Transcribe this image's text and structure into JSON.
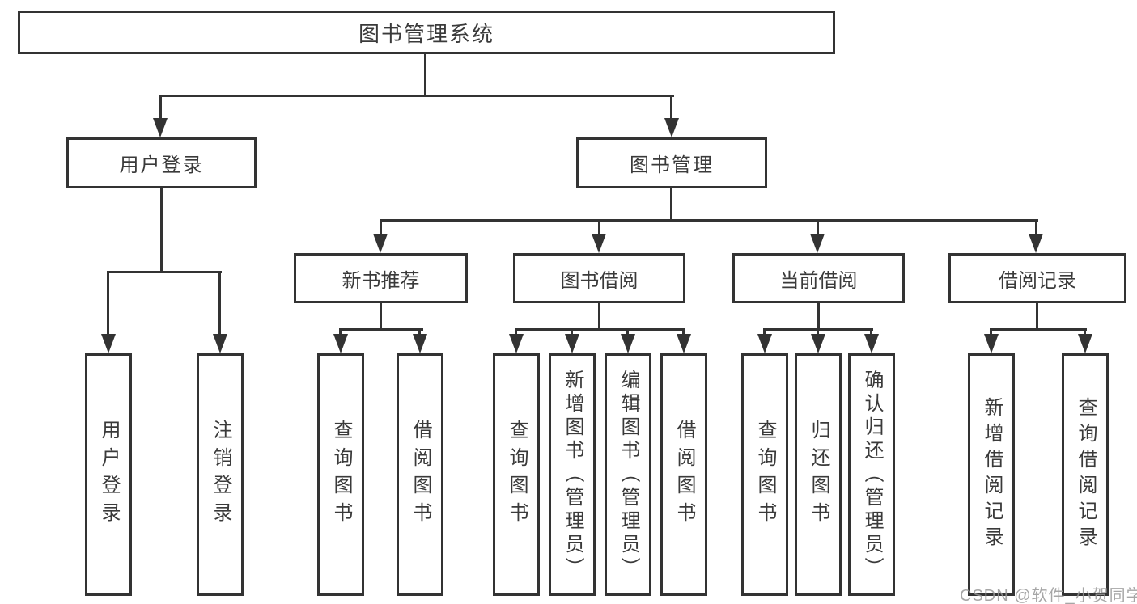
{
  "colors": {
    "line": "#333333",
    "text": "#3a3a3a",
    "background": "#ffffff",
    "watermark": "#969696"
  },
  "tree": {
    "root": {
      "label": "图书管理系统"
    },
    "branches": [
      {
        "label": "用户登录",
        "children": [
          {
            "label": "用户登录"
          },
          {
            "label": "注销登录"
          }
        ]
      },
      {
        "label": "图书管理",
        "children": [
          {
            "label": "新书推荐",
            "children": [
              {
                "label": "查询图书"
              },
              {
                "label": "借阅图书"
              }
            ]
          },
          {
            "label": "图书借阅",
            "children": [
              {
                "label": "查询图书"
              },
              {
                "label": "新增图书（管理员）"
              },
              {
                "label": "编辑图书（管理员）"
              },
              {
                "label": "借阅图书"
              }
            ]
          },
          {
            "label": "当前借阅",
            "children": [
              {
                "label": "查询图书"
              },
              {
                "label": "归还图书"
              },
              {
                "label": "确认归还（管理员）"
              }
            ]
          },
          {
            "label": "借阅记录",
            "children": [
              {
                "label": "新增借阅记录"
              },
              {
                "label": "查询借阅记录"
              }
            ]
          }
        ]
      }
    ]
  },
  "watermark": {
    "text": "CSDN @软件_小贺同学"
  }
}
